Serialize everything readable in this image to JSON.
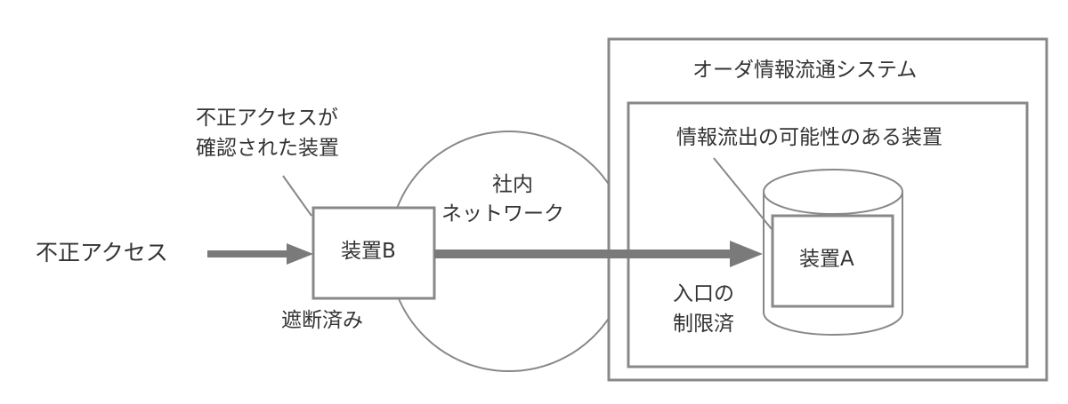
{
  "labels": {
    "unauthorized_access": "不正アクセス",
    "confirmed_device_line1": "不正アクセスが",
    "confirmed_device_line2": "確認された装置",
    "device_b": "装置B",
    "blocked": "遮断済み",
    "network_line1": "社内",
    "network_line2": "ネットワーク",
    "system_title": "オーダ情報流通システム",
    "leak_device": "情報流出の可能性のある装置",
    "device_a": "装置A",
    "entrance_line1": "入口の",
    "entrance_line2": "制限済"
  },
  "colors": {
    "stroke": "#777777",
    "arrow": "#7a7a7a",
    "text": "#333333"
  }
}
